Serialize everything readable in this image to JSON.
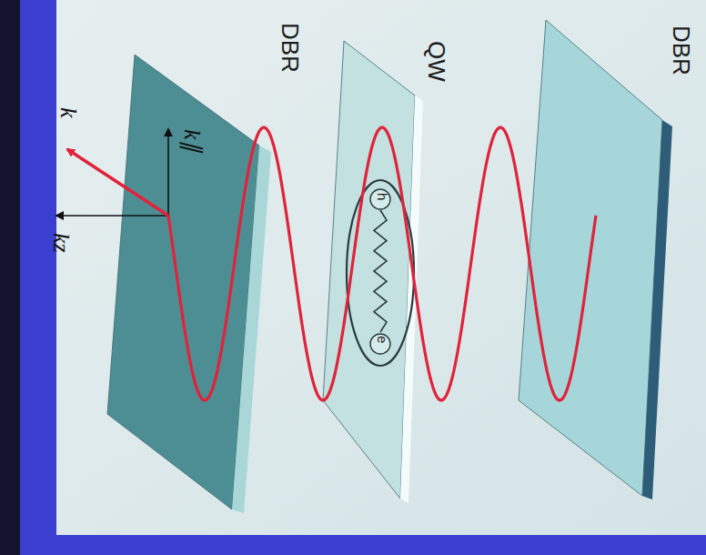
{
  "diagram": {
    "nodes": [
      {
        "text": [
          "DBR"
        ]
      },
      {
        "text": [
          "QW"
        ]
      },
      {
        "text": [
          "DBR"
        ]
      },
      {
        "text": [
          "e",
          "h"
        ],
        "in": 1
      }
    ],
    "labels": [
      "k",
      "k∥",
      "kz"
    ]
  }
}
